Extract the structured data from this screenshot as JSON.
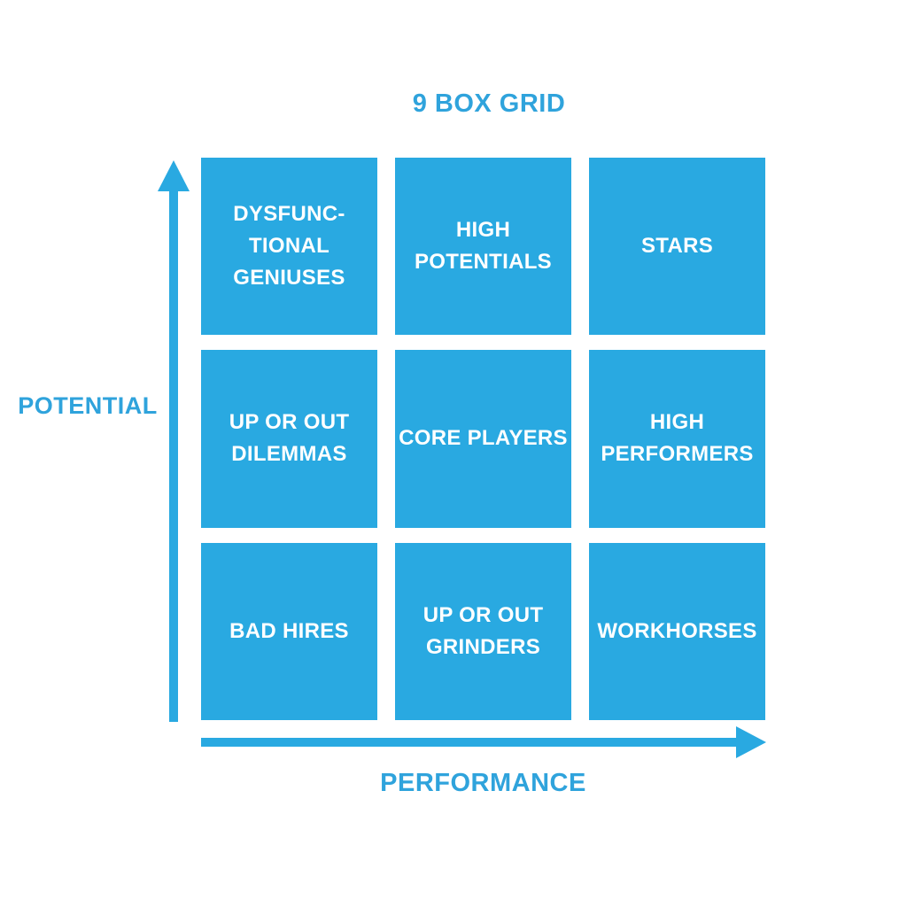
{
  "title": "9 BOX GRID",
  "axes": {
    "y_label": "POTENTIAL",
    "x_label": "PERFORMANCE"
  },
  "grid": {
    "cells": [
      {
        "row": "top",
        "col": "left",
        "label": "DYSFUNC-\nTIONAL\nGENIUSES"
      },
      {
        "row": "top",
        "col": "center",
        "label": "HIGH\nPOTENTIALS"
      },
      {
        "row": "top",
        "col": "right",
        "label": "STARS"
      },
      {
        "row": "middle",
        "col": "left",
        "label": "UP OR OUT\nDILEMMAS"
      },
      {
        "row": "middle",
        "col": "center",
        "label": "CORE PLAYERS"
      },
      {
        "row": "middle",
        "col": "right",
        "label": "HIGH\nPERFORMERS"
      },
      {
        "row": "bottom",
        "col": "left",
        "label": "BAD HIRES"
      },
      {
        "row": "bottom",
        "col": "center",
        "label": "UP OR OUT\nGRINDERS"
      },
      {
        "row": "bottom",
        "col": "right",
        "label": "WORKHORSES"
      }
    ]
  },
  "colors": {
    "box_fill": "#29A9E1",
    "label_text": "#2FA3DC",
    "cell_text": "#FFFFFF",
    "background": "#FFFFFF"
  }
}
